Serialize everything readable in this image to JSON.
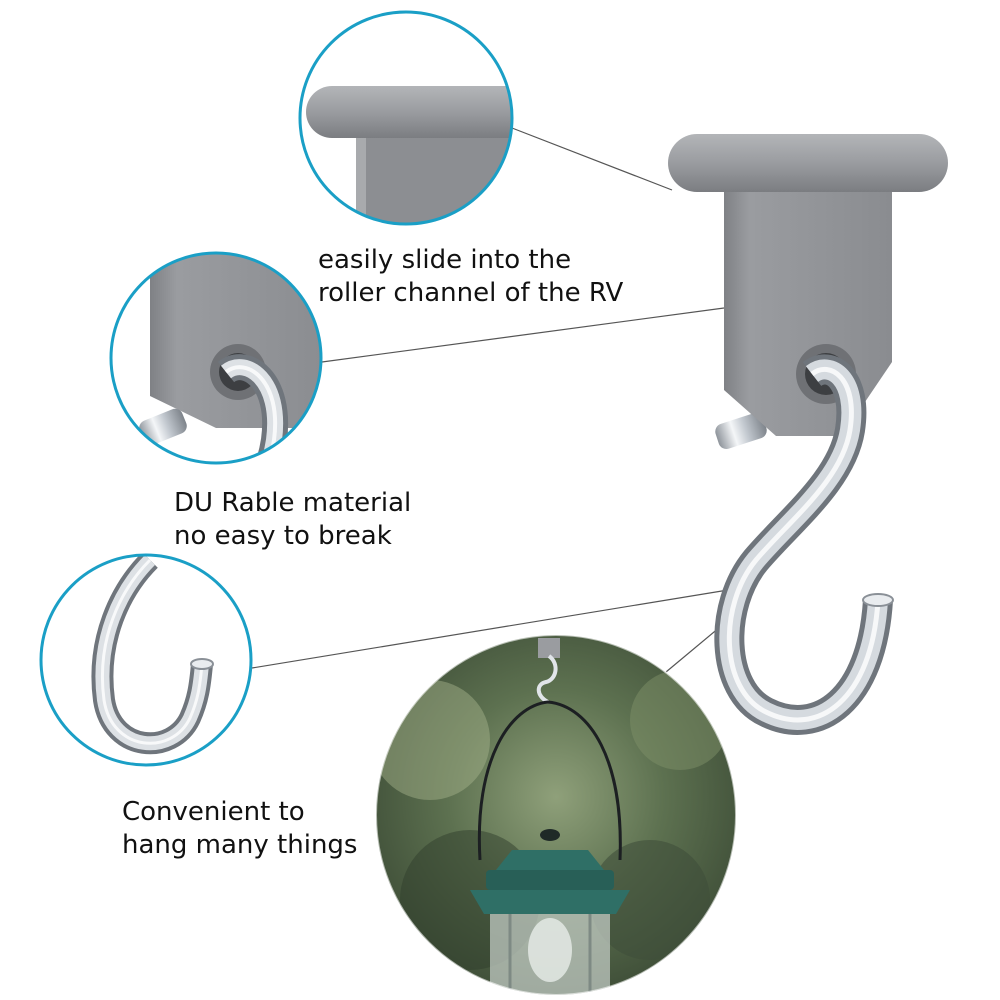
{
  "captions": {
    "slide": {
      "line1": "easily slide into the",
      "line2": "roller channel of the RV"
    },
    "durable": {
      "line1": "DU Rable material",
      "line2": "no easy to break"
    },
    "hang": {
      "line1": "Convenient to",
      "line2": "hang many things"
    }
  },
  "colors": {
    "callout_ring": "#1a9fc6",
    "hook_body": "#8b8d91",
    "hook_body_light": "#a9abae",
    "steel": "#c9ced4",
    "leader_line": "#555555",
    "lantern_green": "#2f6f66",
    "background": "#ffffff"
  },
  "icons": {
    "main_product": "rv-awning-s-hook",
    "callout_1": "hook-top-bar-closeup",
    "callout_2": "hook-eyelet-closeup",
    "callout_3": "s-hook-curve-closeup",
    "callout_4": "hanging-lantern-photo"
  }
}
